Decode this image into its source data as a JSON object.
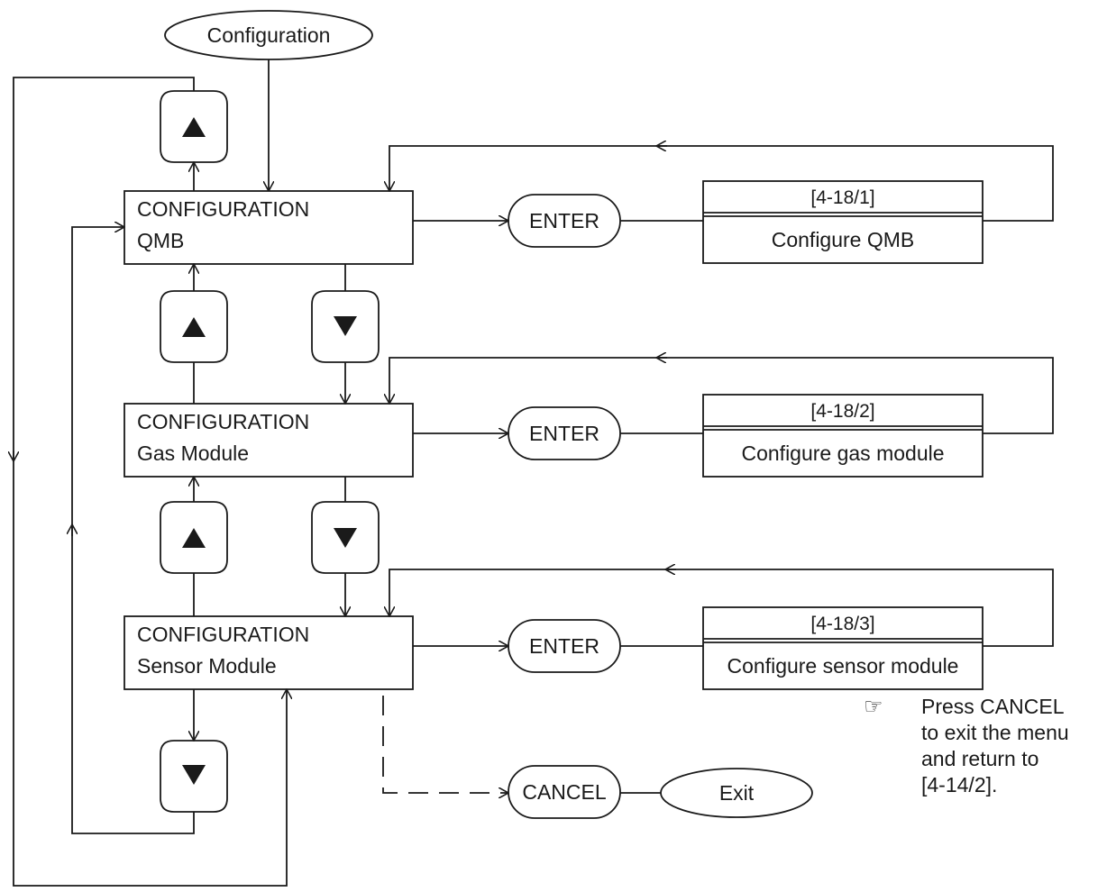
{
  "start_label": "Configuration",
  "exit_label": "Exit",
  "menus": [
    {
      "line1": "CONFIGURATION",
      "line2": "QMB"
    },
    {
      "line1": "CONFIGURATION",
      "line2": "Gas Module"
    },
    {
      "line1": "CONFIGURATION",
      "line2": "Sensor Module"
    }
  ],
  "keys": {
    "enter": "ENTER",
    "cancel": "CANCEL",
    "up": "▲",
    "down": "▼"
  },
  "targets": [
    {
      "ref": "[4-18/1]",
      "label": "Configure QMB"
    },
    {
      "ref": "[4-18/2]",
      "label": "Configure gas module"
    },
    {
      "ref": "[4-18/3]",
      "label": "Configure sensor module"
    }
  ],
  "note": {
    "icon": "pointing-hand-icon",
    "lines": [
      "Press CANCEL",
      "to exit the menu",
      "and return to",
      "[4-14/2]."
    ]
  }
}
